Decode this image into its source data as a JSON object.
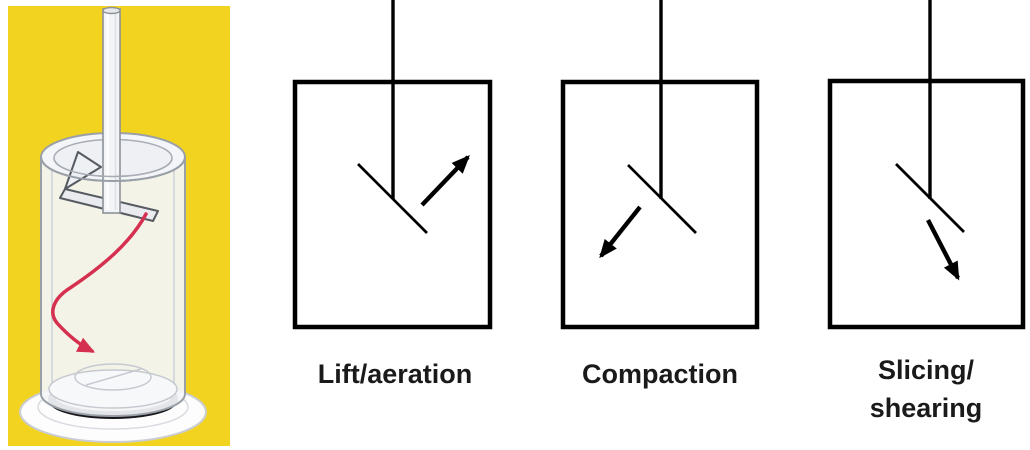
{
  "figure": {
    "photo_panel": {
      "background_color": "#F2D31F",
      "stir_path_arrow_color": "#D5304F",
      "illustration": "spatula-folding-in-cylindrical-bowl"
    },
    "diagrams": [
      {
        "id": "lift-aeration",
        "label_lines": [
          "Lift/aeration"
        ],
        "arrow_direction": "up-right"
      },
      {
        "id": "compaction",
        "label_lines": [
          "Compaction"
        ],
        "arrow_direction": "down-left"
      },
      {
        "id": "slicing-shearing",
        "label_lines": [
          "Slicing/",
          "shearing"
        ],
        "arrow_direction": "down-right"
      }
    ],
    "colors": {
      "diagram_line": "#000000",
      "label_text": "#1A1A1A",
      "page_background": "#FFFFFF"
    }
  }
}
